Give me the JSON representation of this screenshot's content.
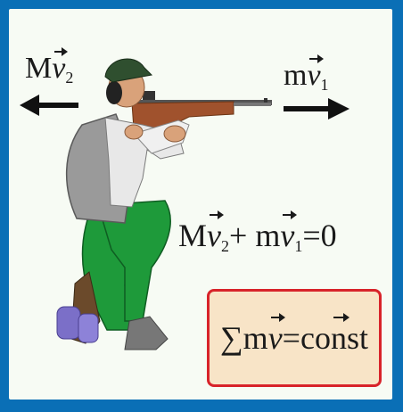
{
  "labels": {
    "left_momentum": {
      "mass": "M",
      "vector": "v",
      "subscript": "2"
    },
    "right_momentum": {
      "mass": "m",
      "vector": "v",
      "subscript": "1"
    }
  },
  "equation": {
    "term1_mass": "M",
    "term1_vec": "v",
    "term1_sub": "2",
    "plus": "+",
    "term2_mass": "m",
    "term2_vec": "v",
    "term2_sub": "1",
    "equals_zero": "=0"
  },
  "conservation": {
    "sigma": "∑",
    "mass": "m",
    "vec": "v",
    "equals": "=",
    "const_prefix": "co",
    "const_hat_letter": "n",
    "const_suffix": "st"
  },
  "colors": {
    "border": "#0a6fb6",
    "background": "#f7fbf4",
    "box_border": "#d8232a",
    "box_fill": "#f8e4c7",
    "trousers": "#1e9a3a",
    "shirt": "#dcdcdc",
    "vest": "#9a9a9a",
    "rifle_stock": "#a0522d",
    "cap": "#2f4f2f",
    "knee_pad": "#7b6fc8"
  }
}
